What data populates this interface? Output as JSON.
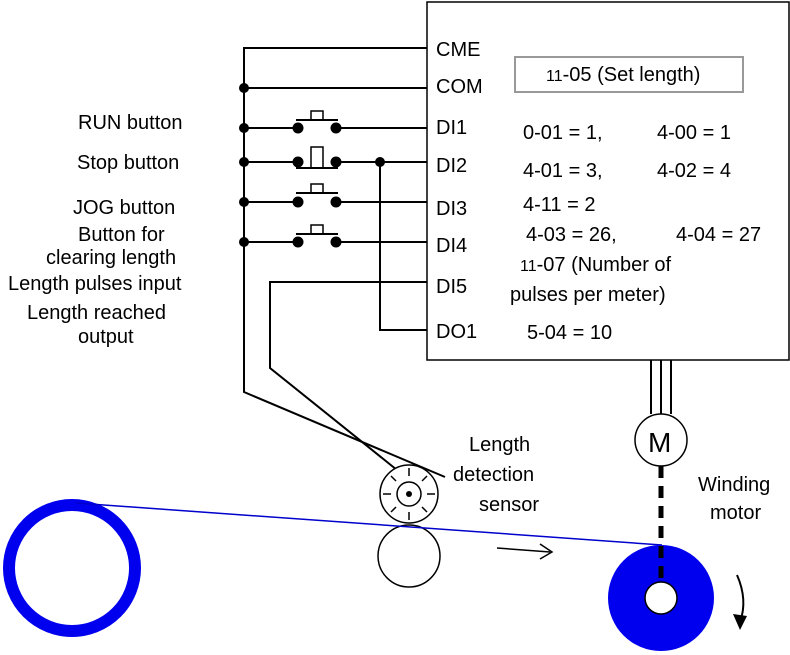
{
  "terminals": {
    "cme": "CME",
    "com": "COM",
    "di1": "DI1",
    "di2": "DI2",
    "di3": "DI3",
    "di4": "DI4",
    "di5": "DI5",
    "do1": "DO1"
  },
  "set_length_box": {
    "prefix": "11",
    "text": "-05 (Set length)"
  },
  "params": {
    "line1a": "0-01 = 1,",
    "line1b": "4-00 = 1",
    "line2a": "4-01 = 3,",
    "line2b": "4-02 = 4",
    "line3": "4-11 = 2",
    "line4a": "4-03 = 26,",
    "line4b": "4-04 = 27",
    "line5_prefix": "11",
    "line5_text": "-07 (Number of",
    "line6": "pulses per meter)",
    "line7": "5-04 = 10"
  },
  "labels": {
    "run": "RUN button",
    "stop": "Stop button",
    "jog": "JOG button",
    "clear1": "Button for",
    "clear2": "clearing length",
    "pulses": "Length pulses input",
    "reached1": "Length reached",
    "reached2": "output"
  },
  "sensor_label": {
    "l1": "Length",
    "l2": "detection",
    "l3": "sensor"
  },
  "motor": {
    "symbol": "M",
    "l1": "Winding",
    "l2": "motor"
  },
  "colors": {
    "roll": "#0000ee",
    "material_line": "#0000cc",
    "line": "#000000"
  }
}
